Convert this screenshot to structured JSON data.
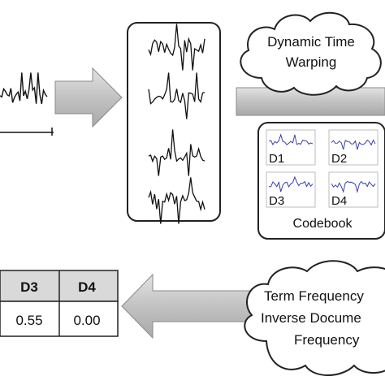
{
  "clouds": {
    "dtw": {
      "line1": "Dynamic Time",
      "line2": "Warping"
    },
    "tfidf": {
      "line1": "Term Frequency",
      "line2": "Inverse Docume",
      "line3": "Frequency"
    }
  },
  "codebook": {
    "title": "Codebook",
    "words": [
      {
        "label": "D1"
      },
      {
        "label": "D2"
      },
      {
        "label": "D3"
      },
      {
        "label": "D4"
      }
    ]
  },
  "table": {
    "headers": [
      "D3",
      "D4"
    ],
    "values": [
      "0.55",
      "0.00"
    ]
  },
  "colors": {
    "arrow_fill": "#c4c4c4",
    "arrow_stroke": "#8a8a8a",
    "signal": "#111111",
    "codeword_line": "#3a3fa8",
    "table_header_bg": "#d9d9d9",
    "border": "#222222"
  }
}
